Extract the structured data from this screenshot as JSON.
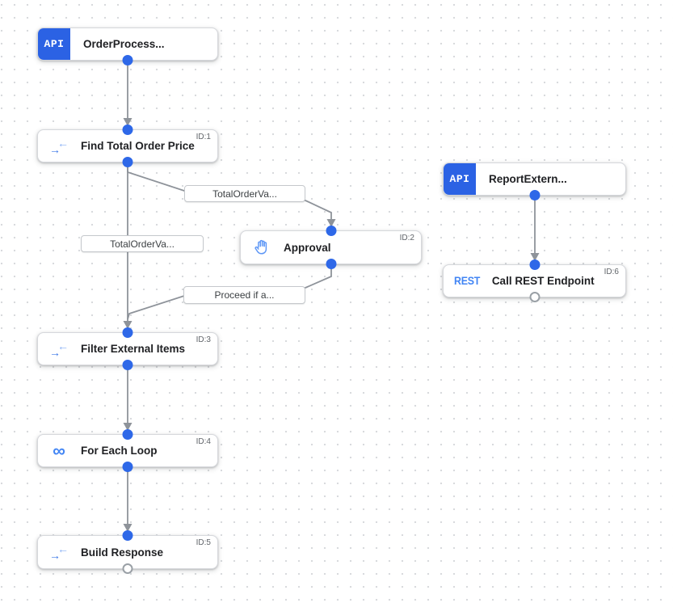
{
  "canvas": {
    "background": "#ffffff",
    "grid_dot_color": "#d8dadd"
  },
  "colors": {
    "trigger_badge_blue": "#2b62e4",
    "icon_blue": "#4285f4",
    "icon_blue_light": "#87aff4",
    "port_blue": "#2e68e8",
    "edge_gray": "#8e939a",
    "title_text": "#202124",
    "id_text": "#5f6368"
  },
  "nodes": {
    "trigger_order": {
      "badge": "API",
      "title": "OrderProcess..."
    },
    "find_total": {
      "id": "ID:1",
      "title": "Find Total Order Price"
    },
    "approval": {
      "id": "ID:2",
      "title": "Approval"
    },
    "trigger_report": {
      "badge": "API",
      "title": "ReportExtern..."
    },
    "call_rest": {
      "id": "ID:6",
      "title": "Call REST Endpoint",
      "icon_text": "REST"
    },
    "filter_items": {
      "id": "ID:3",
      "title": "Filter External Items"
    },
    "for_each": {
      "id": "ID:4",
      "title": "For Each Loop",
      "icon_text": "∞"
    },
    "build_response": {
      "id": "ID:5",
      "title": "Build Response"
    }
  },
  "edge_labels": {
    "to_approval": "TotalOrderVa...",
    "to_filter": "TotalOrderVa...",
    "from_approval": "Proceed if a..."
  },
  "icons": {
    "data_mapping_right": "→",
    "data_mapping_left": "←",
    "loop_infinity": "∞",
    "rest_logo": "REST",
    "approval_hand": "pan-tool-icon",
    "api_trigger": "api-badge"
  }
}
